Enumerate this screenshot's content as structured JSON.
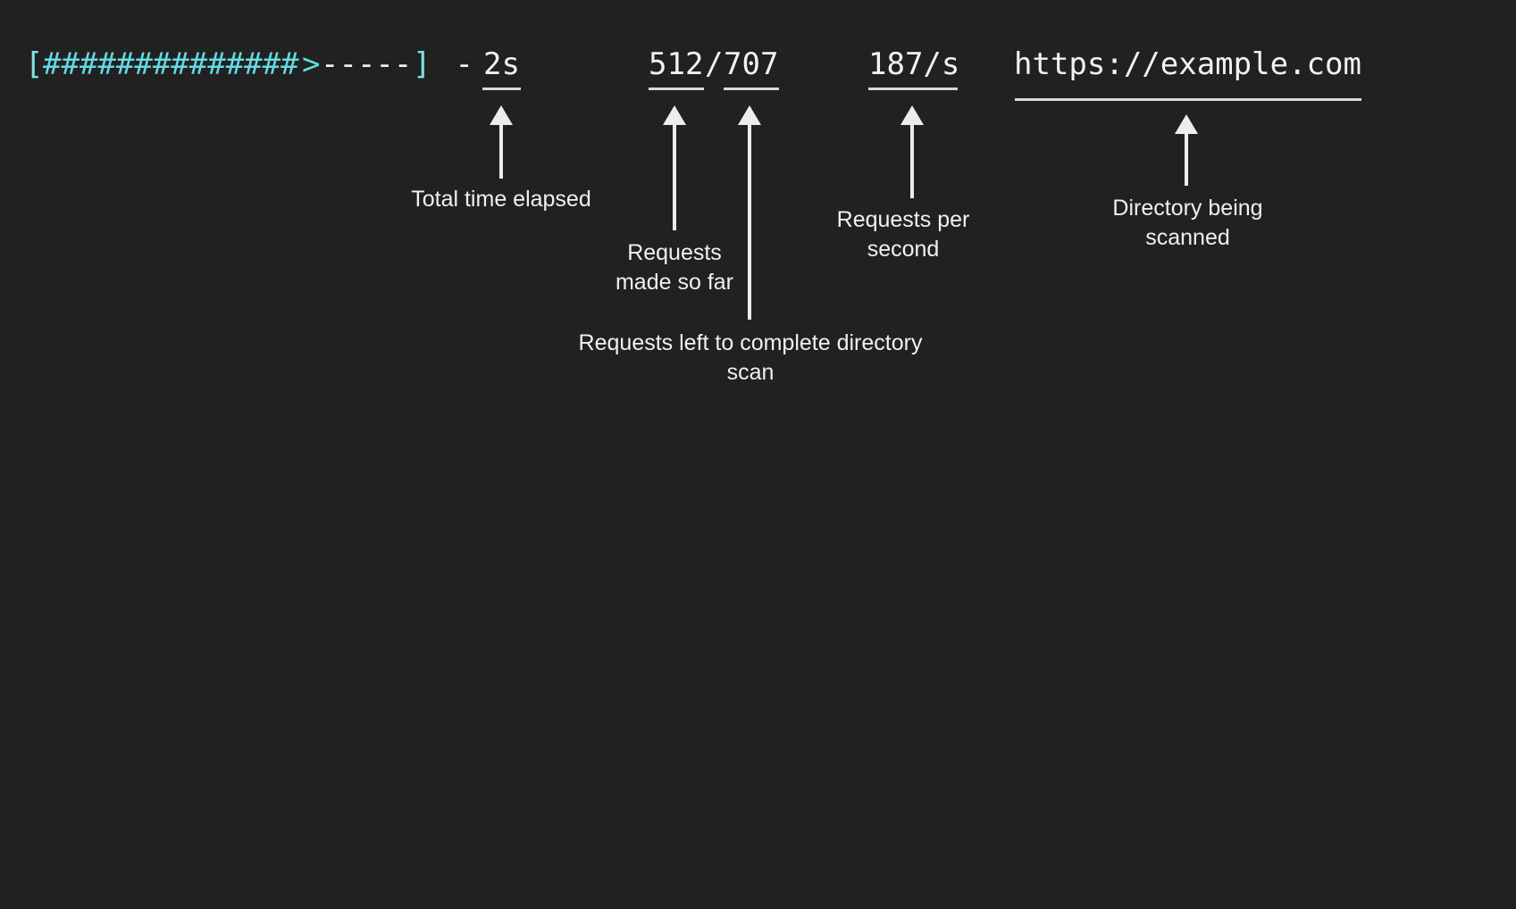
{
  "theme": {
    "background": "#212121",
    "bar_accent": "#63dbe3",
    "text": "#f0f0f0",
    "annotation": "#ededed"
  },
  "terminal": {
    "progress_bar": {
      "open_bracket": "[",
      "filled": "##############",
      "filled_count": 14,
      "head": ">",
      "remaining": "-----",
      "remaining_count": 5,
      "close_bracket": "]"
    },
    "separator": " - ",
    "elapsed": "2s",
    "requests_done": "512",
    "requests_divider": "/",
    "requests_total": "707",
    "rate": "187/s",
    "target_url": "https://example.com"
  },
  "annotations": [
    {
      "id": "elapsed",
      "text": "Total time elapsed"
    },
    {
      "id": "requests-made",
      "line1": "Requests",
      "line2": "made so far"
    },
    {
      "id": "requests-left",
      "line1": "Requests left to complete directory",
      "line2": "scan"
    },
    {
      "id": "rate",
      "line1": "Requests per",
      "line2": "second"
    },
    {
      "id": "directory",
      "line1": "Directory being",
      "line2": "scanned"
    }
  ]
}
